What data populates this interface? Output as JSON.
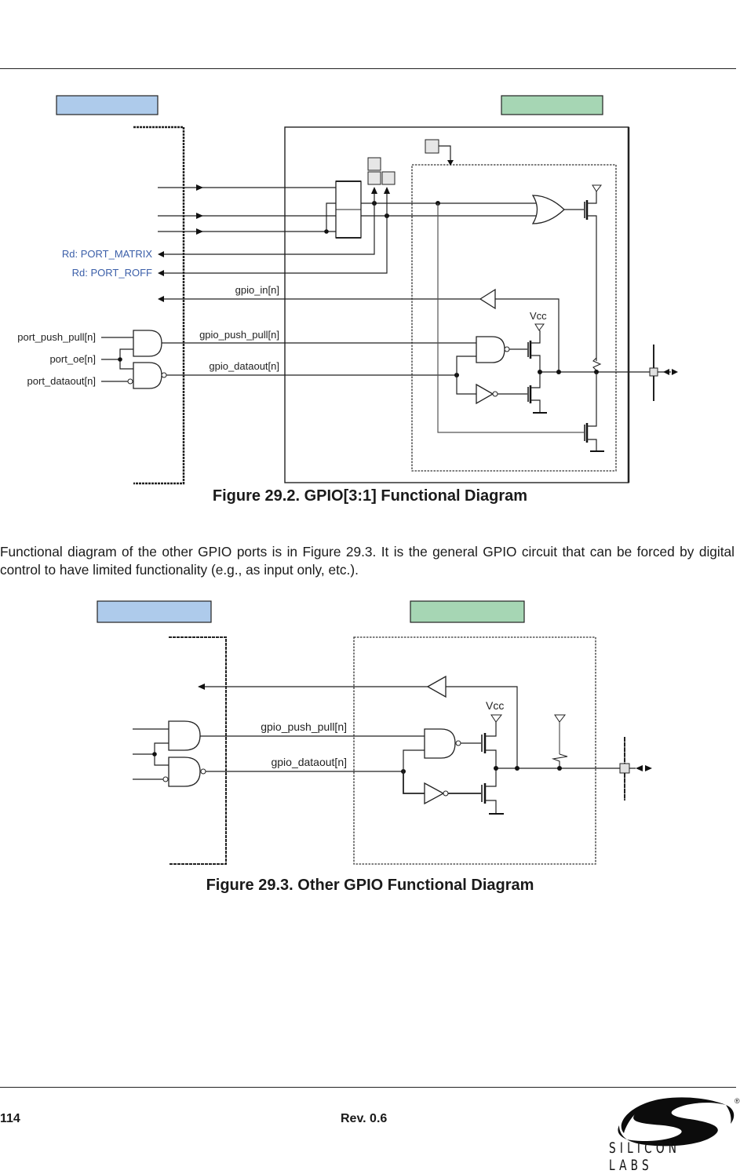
{
  "document": {
    "page_number": "114",
    "revision": "Rev. 0.6",
    "brand": "SILICON LABS",
    "registered_mark": "®"
  },
  "figures": [
    {
      "id": "figure-29-2",
      "caption": "Figure 29.2. GPIO[3:1] Functional Diagram",
      "header_boxes": {
        "left_color": "#aecbeb",
        "right_color": "#a6d6b4"
      },
      "labels": {
        "rd_port_matrix": "Rd: PORT_MATRIX",
        "rd_port_roff": "Rd: PORT_ROFF",
        "gpio_in": "gpio_in[n]",
        "gpio_push_pull": "gpio_push_pull[n]",
        "gpio_dataout": "gpio_dataout[n]",
        "port_push_pull": "port_push_pull[n]",
        "port_oe": "port_oe[n]",
        "port_dataout": "port_dataout[n]",
        "vcc": "Vcc"
      },
      "label_color": "#3a5ea8"
    },
    {
      "id": "figure-29-3",
      "caption": "Figure 29.3. Other GPIO Functional Diagram",
      "header_boxes": {
        "left_color": "#aecbeb",
        "right_color": "#a6d6b4"
      },
      "labels": {
        "gpio_push_pull": "gpio_push_pull[n]",
        "gpio_dataout": "gpio_dataout[n]",
        "vcc": "Vcc"
      }
    }
  ],
  "body_text": "Functional diagram of the other GPIO ports is in Figure 29.3. It is the general GPIO circuit that can be forced by digital control to have limited functionality (e.g., as input only, etc.)."
}
